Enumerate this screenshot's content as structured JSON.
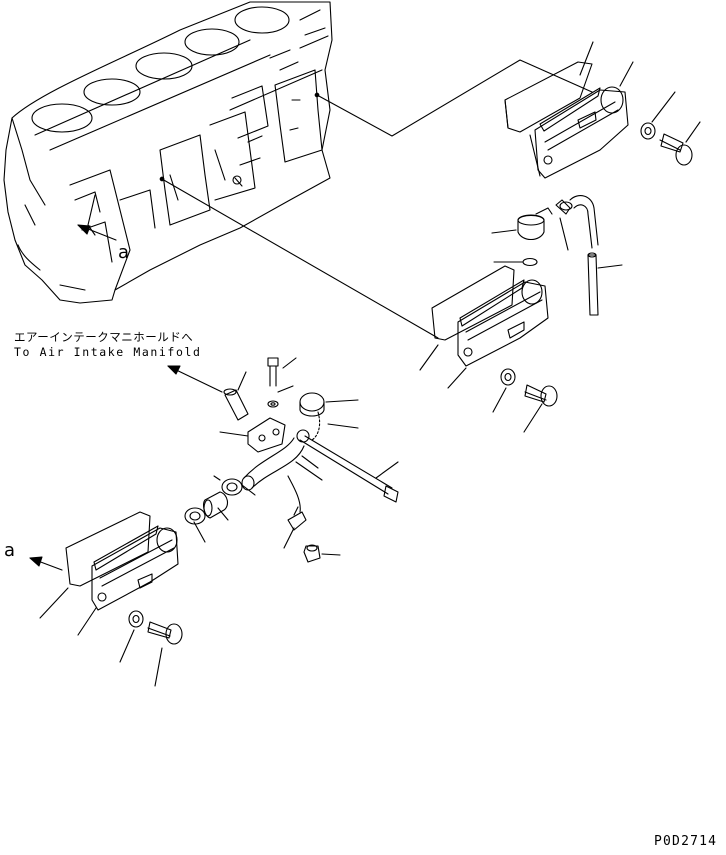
{
  "labels": {
    "destination_jp": "エアーインテークマニホールドへ",
    "destination_en": "To Air Intake Manifold",
    "view_a_upper": "a",
    "view_a_lower": "a",
    "drawing_code": "P0D2714"
  },
  "colors": {
    "ink": "#000000",
    "paper": "#ffffff"
  }
}
